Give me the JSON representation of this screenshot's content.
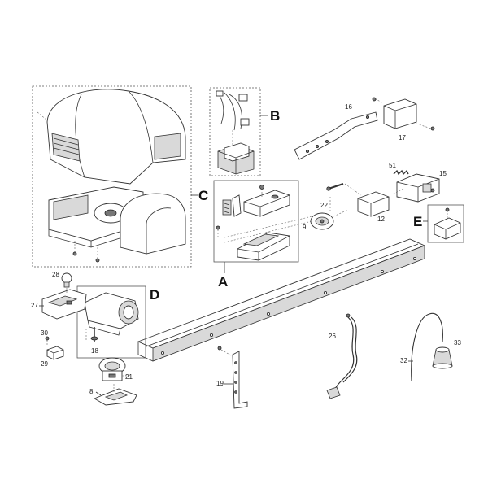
{
  "groups": {
    "A": "A",
    "B": "B",
    "C": "C",
    "D": "D",
    "E": "E"
  },
  "parts": {
    "p8": "8",
    "p9": "9",
    "p12": "12",
    "p15": "15",
    "p16": "16",
    "p17": "17",
    "p18": "18",
    "p19": "19",
    "p21": "21",
    "p22": "22",
    "p26": "26",
    "p27": "27",
    "p28": "28",
    "p29": "29",
    "p30": "30",
    "p32": "32",
    "p33": "33",
    "p51": "51"
  }
}
